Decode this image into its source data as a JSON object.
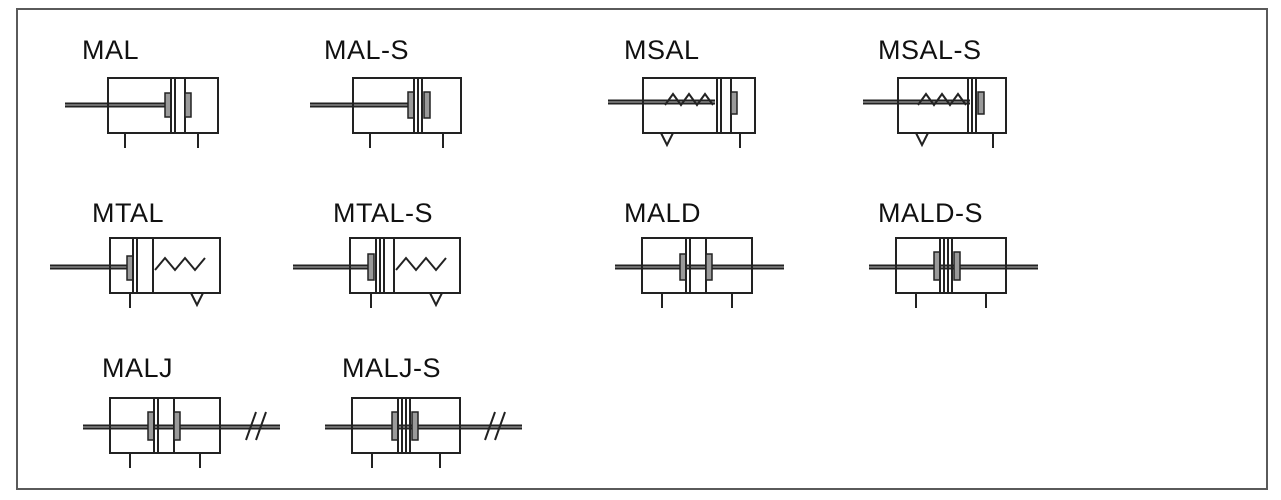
{
  "cylinders": [
    {
      "key": "mal",
      "label": "MAL"
    },
    {
      "key": "mal_s",
      "label": "MAL-S"
    },
    {
      "key": "msal",
      "label": "MSAL"
    },
    {
      "key": "msal_s",
      "label": "MSAL-S"
    },
    {
      "key": "mtal",
      "label": "MTAL"
    },
    {
      "key": "mtal_s",
      "label": "MTAL-S"
    },
    {
      "key": "mald",
      "label": "MALD"
    },
    {
      "key": "mald_s",
      "label": "MALD-S"
    },
    {
      "key": "malj",
      "label": "MALJ"
    },
    {
      "key": "malj_s",
      "label": "MALJ-S"
    }
  ]
}
